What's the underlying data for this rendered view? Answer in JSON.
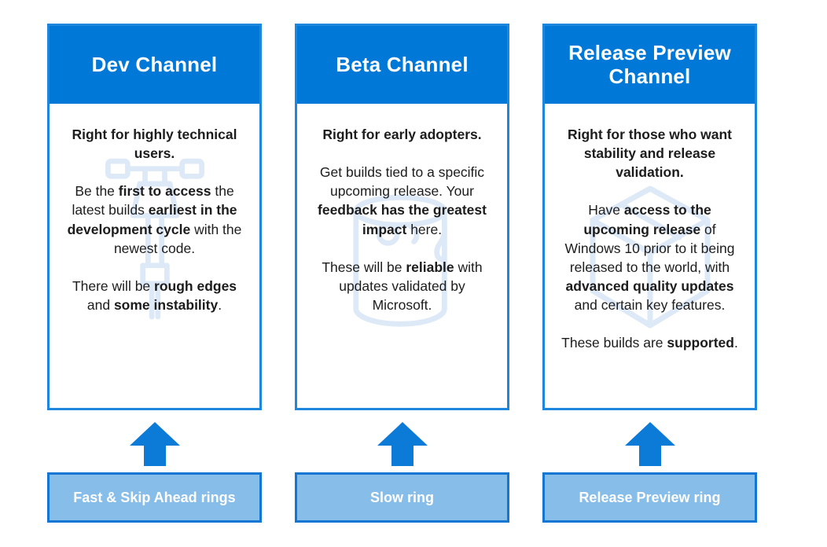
{
  "colors": {
    "header_blue": "#0078d7",
    "card_border": "#1d87de",
    "arrow_blue": "#0c7bd8",
    "ring_fill": "#86bde9",
    "ring_border": "#1276d2",
    "watermark": "#dde9f7",
    "text": "#1c1c1c"
  },
  "columns": [
    {
      "title": "Dev Channel",
      "watermark_icon": "jackhammer-icon",
      "paragraphs": [
        [
          {
            "t": "Right for highly technical users.",
            "b": true
          }
        ],
        [
          {
            "t": "Be the ",
            "b": false
          },
          {
            "t": "first to access",
            "b": true
          },
          {
            "t": " the latest builds ",
            "b": false
          },
          {
            "t": "earliest in the development cycle",
            "b": true
          },
          {
            "t": " with the newest code.",
            "b": false
          }
        ],
        [
          {
            "t": "There will be ",
            "b": false
          },
          {
            "t": "rough edges",
            "b": true
          },
          {
            "t": " and ",
            "b": false
          },
          {
            "t": "some instability",
            "b": true
          },
          {
            "t": ".",
            "b": false
          }
        ]
      ],
      "ring_label": "Fast & Skip Ahead rings"
    },
    {
      "title": "Beta Channel",
      "watermark_icon": "paint-can-icon",
      "paragraphs": [
        [
          {
            "t": "Right for early adopters.",
            "b": true
          }
        ],
        [
          {
            "t": "Get builds tied to a specific upcoming release. Your ",
            "b": false
          },
          {
            "t": "feedback has the greatest impact",
            "b": true
          },
          {
            "t": " here.",
            "b": false
          }
        ],
        [
          {
            "t": "These will be ",
            "b": false
          },
          {
            "t": "reliable",
            "b": true
          },
          {
            "t": " with updates validated by Microsoft.",
            "b": false
          }
        ]
      ],
      "ring_label": "Slow ring"
    },
    {
      "title": "Release Preview Channel",
      "watermark_icon": "package-box-icon",
      "paragraphs": [
        [
          {
            "t": "Right for those who want stability and release validation.",
            "b": true
          }
        ],
        [
          {
            "t": "Have ",
            "b": false
          },
          {
            "t": "access to the upcoming release",
            "b": true
          },
          {
            "t": " of Windows 10 prior to it being released to the world, with ",
            "b": false
          },
          {
            "t": "advanced quality updates",
            "b": true
          },
          {
            "t": " and certain key features.",
            "b": false
          }
        ],
        [
          {
            "t": "These builds are ",
            "b": false
          },
          {
            "t": "supported",
            "b": true
          },
          {
            "t": ".",
            "b": false
          }
        ]
      ],
      "ring_label": "Release Preview ring"
    }
  ]
}
